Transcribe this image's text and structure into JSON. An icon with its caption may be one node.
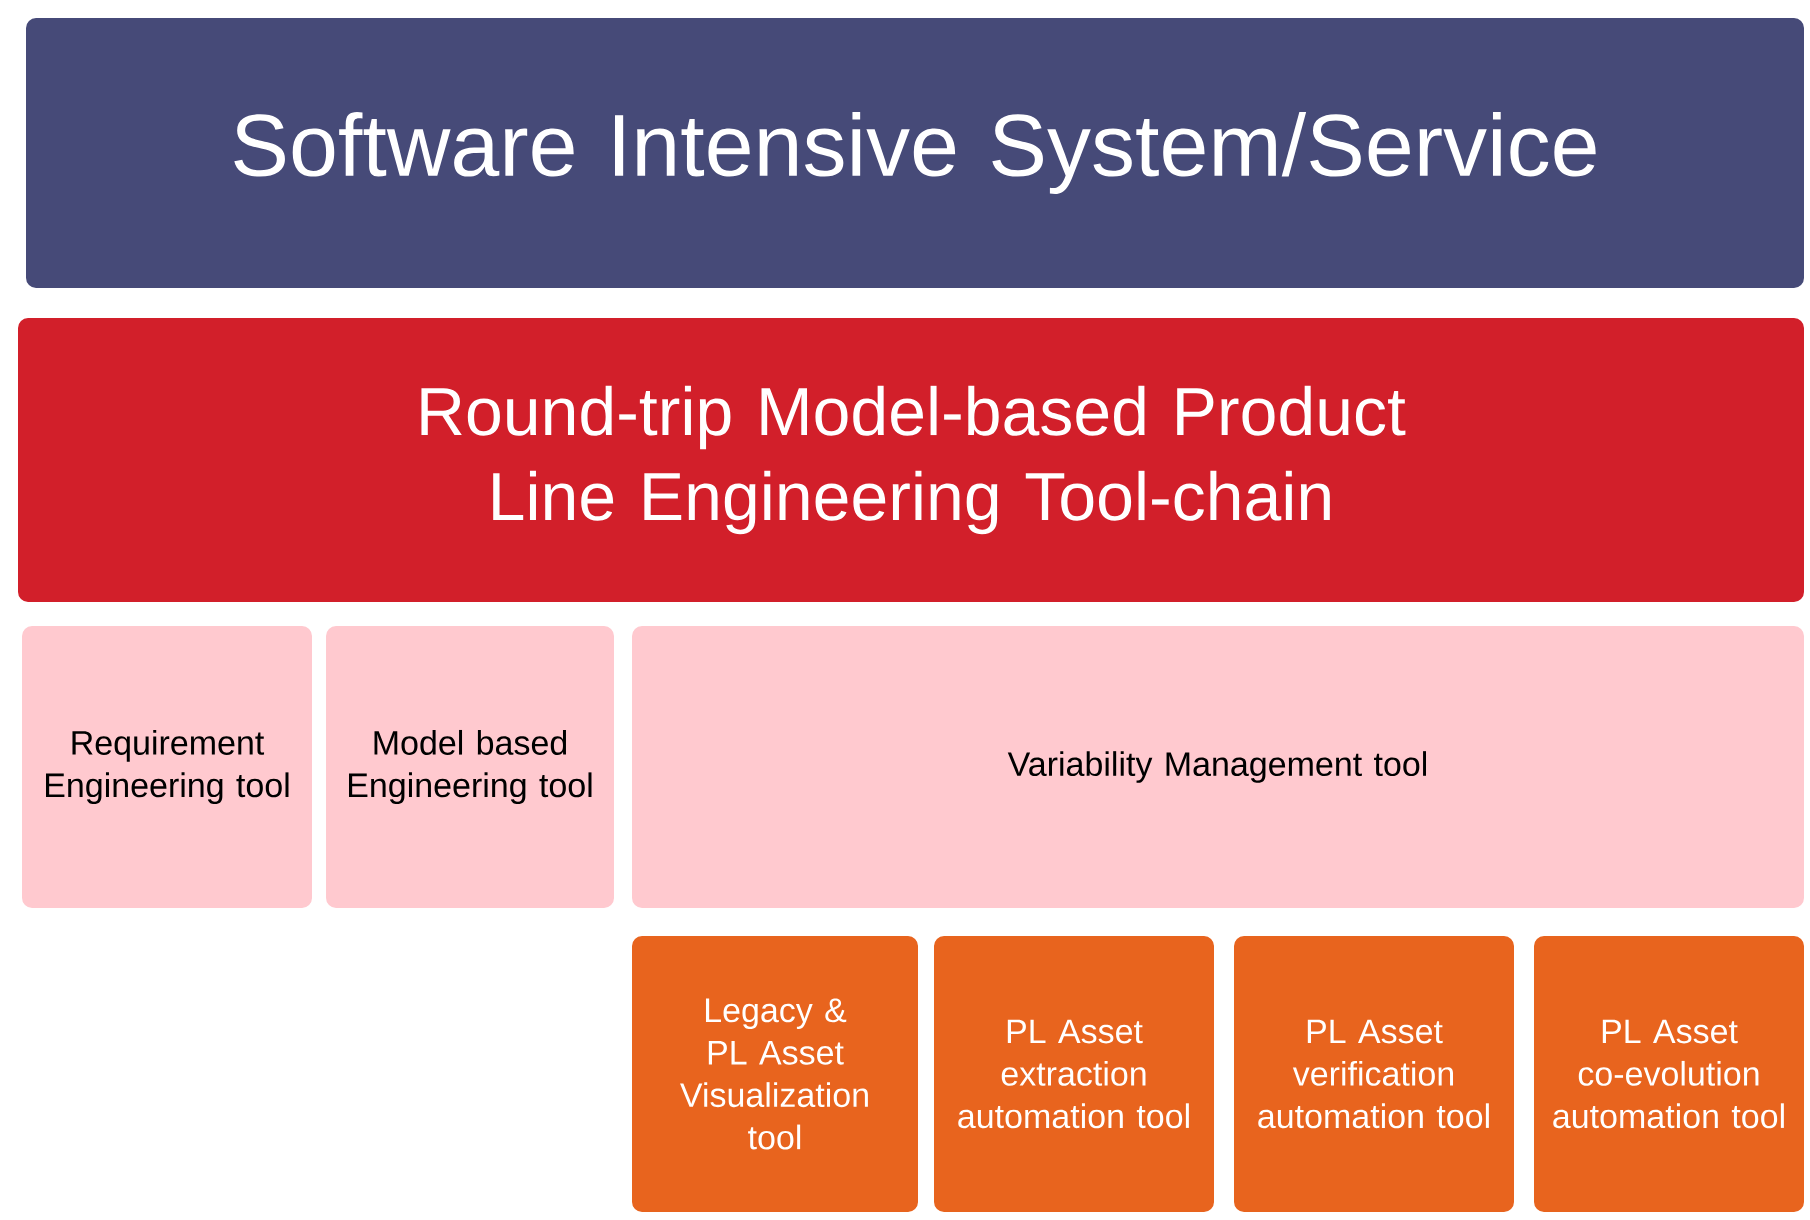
{
  "diagram": {
    "nodes": [
      {
        "text": [
          "Software Intensive System/Service"
        ]
      },
      {
        "text": [
          "Round-trip Model-based Product Line Engineering Tool-chain"
        ]
      },
      {
        "text": [
          "Requirement Engineering tool"
        ]
      },
      {
        "text": [
          "Model based Engineering tool"
        ]
      },
      {
        "text": [
          "Variability Management tool"
        ]
      },
      {
        "text": [
          "Legacy & PL Asset Visualization tool"
        ]
      },
      {
        "text": [
          "PL Asset extraction automation tool"
        ]
      },
      {
        "text": [
          "PL Asset verification automation tool"
        ]
      },
      {
        "text": [
          "PL Asset co-evolution automation tool"
        ]
      }
    ]
  }
}
